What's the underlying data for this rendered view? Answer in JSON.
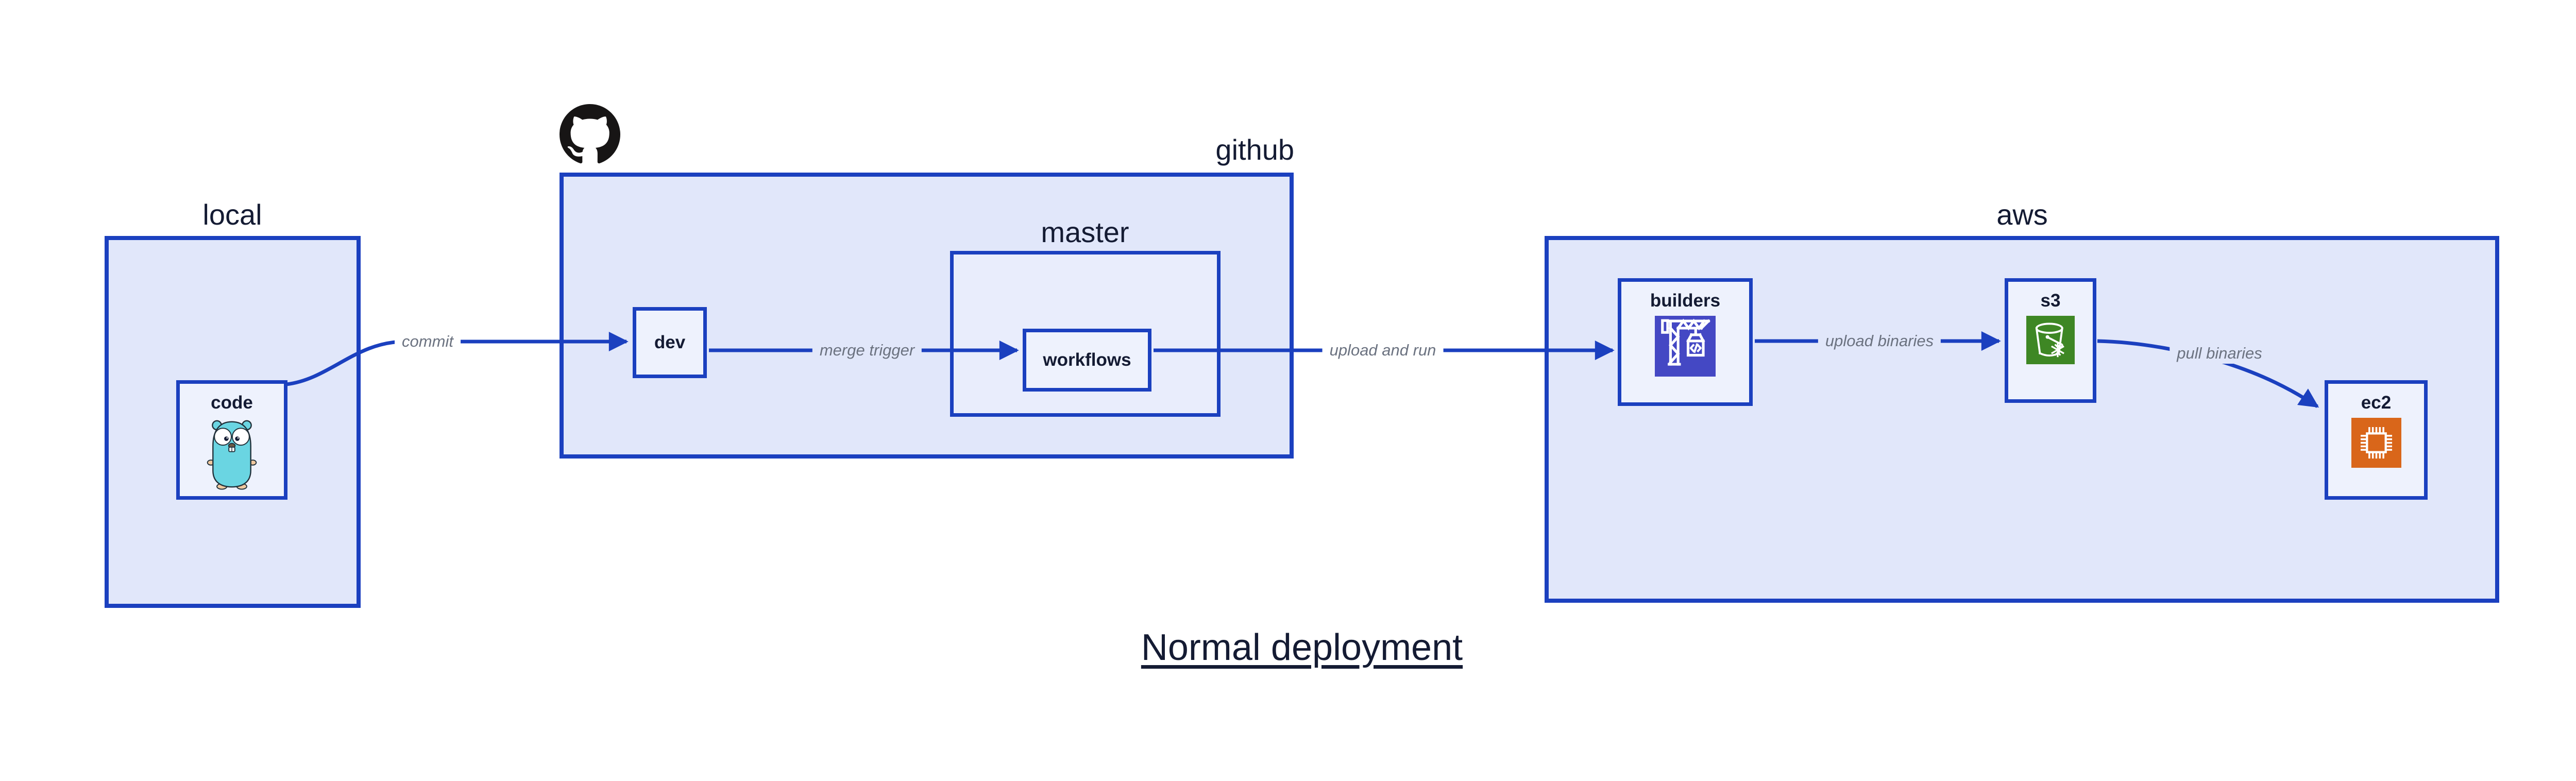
{
  "title": "Normal deployment",
  "colors": {
    "bg": "#ffffff",
    "line": "#1b40bf",
    "groupFill": "#e1e7fa",
    "masterFill": "#e9edfc",
    "nodeFill": "#eef2fd",
    "ink": "#141b33",
    "muted": "#6b7280",
    "octocat": "#171515",
    "builderIcon": "#4448c4",
    "s3Icon": "#3e8724",
    "ec2Icon": "#d9661a",
    "gopherBody": "#6ad5e2",
    "gopherSkin": "#f0c9a0"
  },
  "groups": {
    "local": {
      "label": "local"
    },
    "github": {
      "label": "github",
      "logo_icon": "github-octocat"
    },
    "master": {
      "label": "master"
    },
    "aws": {
      "label": "aws"
    }
  },
  "nodes": {
    "code": {
      "label": "code",
      "icon": "go-gopher"
    },
    "dev": {
      "label": "dev"
    },
    "workflows": {
      "label": "workflows"
    },
    "builders": {
      "label": "builders",
      "icon": "codebuild-crane"
    },
    "s3": {
      "label": "s3",
      "icon": "s3-glacier-bucket"
    },
    "ec2": {
      "label": "ec2",
      "icon": "ec2-chip"
    }
  },
  "edges": {
    "commit": {
      "label": "commit",
      "from": "code",
      "to": "dev"
    },
    "merge_trigger": {
      "label": "merge trigger",
      "from": "dev",
      "to": "workflows"
    },
    "upload_and_run": {
      "label": "upload and run",
      "from": "workflows",
      "to": "builders"
    },
    "upload_binaries": {
      "label": "upload binaries",
      "from": "builders",
      "to": "s3"
    },
    "pull_binaries": {
      "label": "pull binaries",
      "from": "s3",
      "to": "ec2"
    }
  }
}
